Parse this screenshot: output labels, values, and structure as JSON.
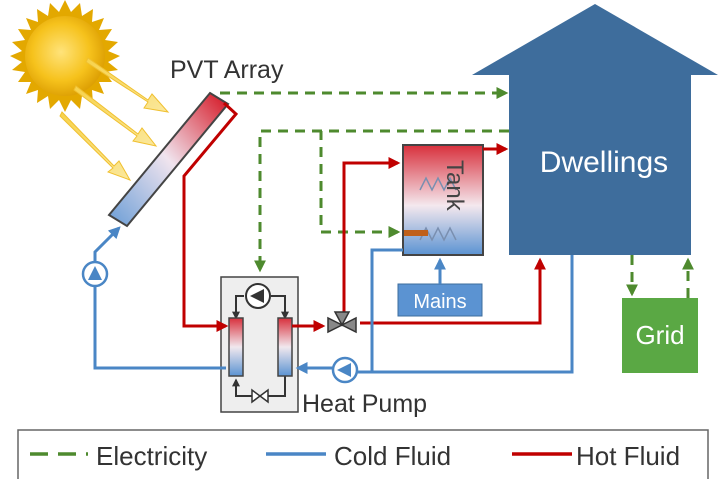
{
  "labels": {
    "pvt_array": "PVT Array",
    "dwellings": "Dwellings",
    "tank": "Tank",
    "mains": "Mains",
    "grid": "Grid",
    "heat_pump": "Heat Pump"
  },
  "legend": {
    "electricity": "Electricity",
    "cold_fluid": "Cold Fluid",
    "hot_fluid": "Hot Fluid"
  },
  "colors": {
    "electricity": "#4e8a2e",
    "cold_fluid": "#4a86c5",
    "hot_fluid": "#c00000",
    "dwellings": "#3e6d9c",
    "grid": "#5aa844",
    "mains": "#4a86c5",
    "sun": "#f2b705",
    "heat_pump_box": "#eeeeee"
  }
}
